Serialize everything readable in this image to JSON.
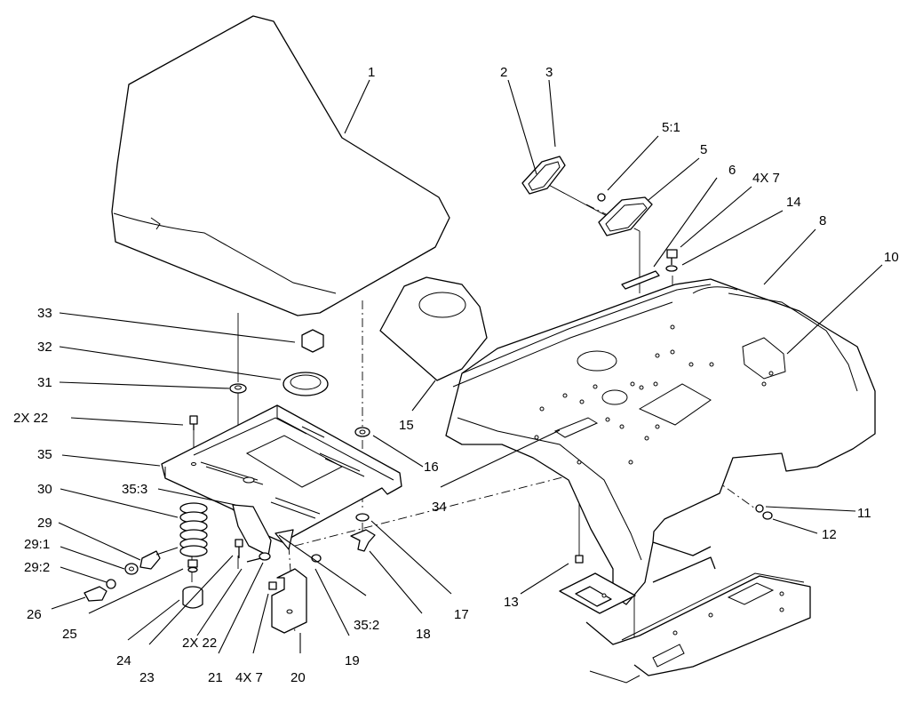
{
  "diagram": {
    "callouts": [
      {
        "id": "c1",
        "text": "1"
      },
      {
        "id": "c2",
        "text": "2"
      },
      {
        "id": "c3",
        "text": "3"
      },
      {
        "id": "c5_1",
        "text": "5:1"
      },
      {
        "id": "c5",
        "text": "5"
      },
      {
        "id": "c6",
        "text": "6"
      },
      {
        "id": "c4x7a",
        "text": "4X 7"
      },
      {
        "id": "c14",
        "text": "14"
      },
      {
        "id": "c8",
        "text": "8"
      },
      {
        "id": "c10",
        "text": "10"
      },
      {
        "id": "c33",
        "text": "33"
      },
      {
        "id": "c32",
        "text": "32"
      },
      {
        "id": "c31",
        "text": "31"
      },
      {
        "id": "c2x22a",
        "text": "2X 22"
      },
      {
        "id": "c35",
        "text": "35"
      },
      {
        "id": "c30",
        "text": "30"
      },
      {
        "id": "c35_3",
        "text": "35:3"
      },
      {
        "id": "c29",
        "text": "29"
      },
      {
        "id": "c29_1",
        "text": "29:1"
      },
      {
        "id": "c29_2",
        "text": "29:2"
      },
      {
        "id": "c26",
        "text": "26"
      },
      {
        "id": "c25",
        "text": "25"
      },
      {
        "id": "c24",
        "text": "24"
      },
      {
        "id": "c23",
        "text": "23"
      },
      {
        "id": "c2x22b",
        "text": "2X 22"
      },
      {
        "id": "c21",
        "text": "21"
      },
      {
        "id": "c4x7b",
        "text": "4X 7"
      },
      {
        "id": "c20",
        "text": "20"
      },
      {
        "id": "c19",
        "text": "19"
      },
      {
        "id": "c35_2",
        "text": "35:2"
      },
      {
        "id": "c18",
        "text": "18"
      },
      {
        "id": "c17",
        "text": "17"
      },
      {
        "id": "c16",
        "text": "16"
      },
      {
        "id": "c15",
        "text": "15"
      },
      {
        "id": "c34",
        "text": "34"
      },
      {
        "id": "c13",
        "text": "13"
      },
      {
        "id": "c11",
        "text": "11"
      },
      {
        "id": "c12",
        "text": "12"
      }
    ]
  }
}
